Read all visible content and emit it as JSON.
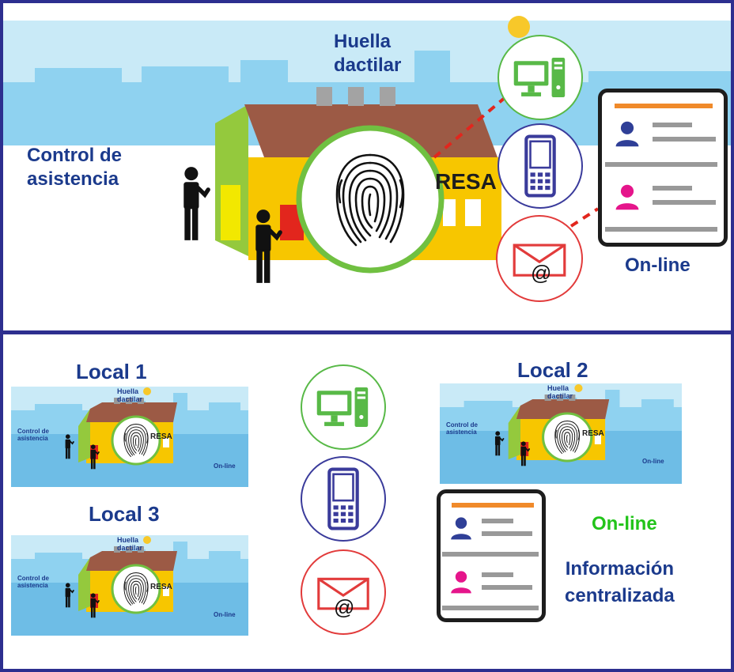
{
  "top_panel": {
    "title_fingerprint": [
      "Huella",
      "dactilar"
    ],
    "title_attendance": [
      "Control de",
      "asistencia"
    ],
    "building_sign": "RESA",
    "online_label": "On-line"
  },
  "bottom_panel": {
    "local_1": "Local 1",
    "local_2": "Local 2",
    "local_3": "Local 3",
    "thumb_fingerprint": [
      "Huella",
      "dactilar"
    ],
    "thumb_attendance": [
      "Control de",
      "asistencia"
    ],
    "thumb_sign": "RESA",
    "thumb_online": "On-line",
    "online_label": "On-line",
    "centralized": [
      "Información",
      "centralizada"
    ]
  },
  "email_symbol": "@",
  "icons": [
    "computer-icon",
    "mobile-phone-icon",
    "email-icon",
    "user-profile-icon",
    "fingerprint-icon",
    "person-icon",
    "sun-icon"
  ],
  "colors": {
    "frame": "#2d2f8f",
    "title_text": "#1b3a8c",
    "online_green": "#22c41a",
    "sky": "#c9eaf7",
    "skyline": "#8fd2f0",
    "roof": "#9c5a45",
    "building_wall": "#f7c600",
    "building_side": "#94c93d",
    "sun": "#f7c82a",
    "computer": "#58b947",
    "phone": "#3a3b9b",
    "email": "#e23b3b",
    "card_accent": "#f08a2a",
    "user_blue": "#2f3f97",
    "user_pink": "#e5158b"
  }
}
